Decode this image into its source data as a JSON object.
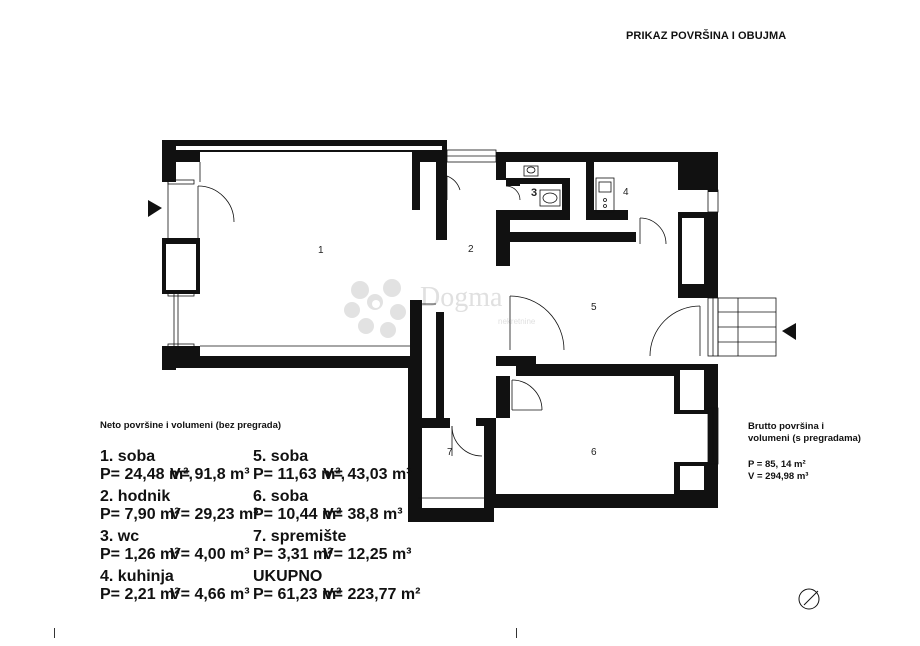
{
  "title": "PRIKAZ POVRŠINA I OBUJMA",
  "rooms": [
    {
      "num": "1"
    },
    {
      "num": "2"
    },
    {
      "num": "3"
    },
    {
      "num": "4"
    },
    {
      "num": "5"
    },
    {
      "num": "6"
    },
    {
      "num": "7"
    }
  ],
  "legend": {
    "heading": "Neto površine i volumeni (bez pregrada)",
    "entries": [
      {
        "name": "1. soba",
        "p": "P= 24,48 m²,",
        "v": "V= 91,8 m³"
      },
      {
        "name": "2. hodnik",
        "p": "P= 7,90 m²",
        "v": "V= 29,23 m³"
      },
      {
        "name": "3. wc",
        "p": "P= 1,26 m²",
        "v": "V= 4,00 m³"
      },
      {
        "name": "4. kuhinja",
        "p": "P= 2,21 m²",
        "v": "V= 4,66 m³"
      },
      {
        "name": "5. soba",
        "p": "P= 11,63 m²,",
        "v": "V= 43,03 m³"
      },
      {
        "name": "6. soba",
        "p": "P= 10,44 m²",
        "v": "V= 38,8 m³"
      },
      {
        "name": "7. spremište",
        "p": "P= 3,31 m²",
        "v": "V= 12,25 m³"
      },
      {
        "name": "UKUPNO",
        "p": "P= 61,23 m²",
        "v": "V= 223,77 m²"
      }
    ]
  },
  "brutto": {
    "heading_line1": "Brutto površina i",
    "heading_line2": "volumeni (s pregradama)",
    "p": "P = 85, 14 m²",
    "v": "V = 294,98 m³"
  },
  "watermark": {
    "brand": "Dogma",
    "sub": "nekretnine"
  },
  "colors": {
    "wall": "#111111",
    "background": "#ffffff",
    "watermark": "#d9d9d9"
  }
}
